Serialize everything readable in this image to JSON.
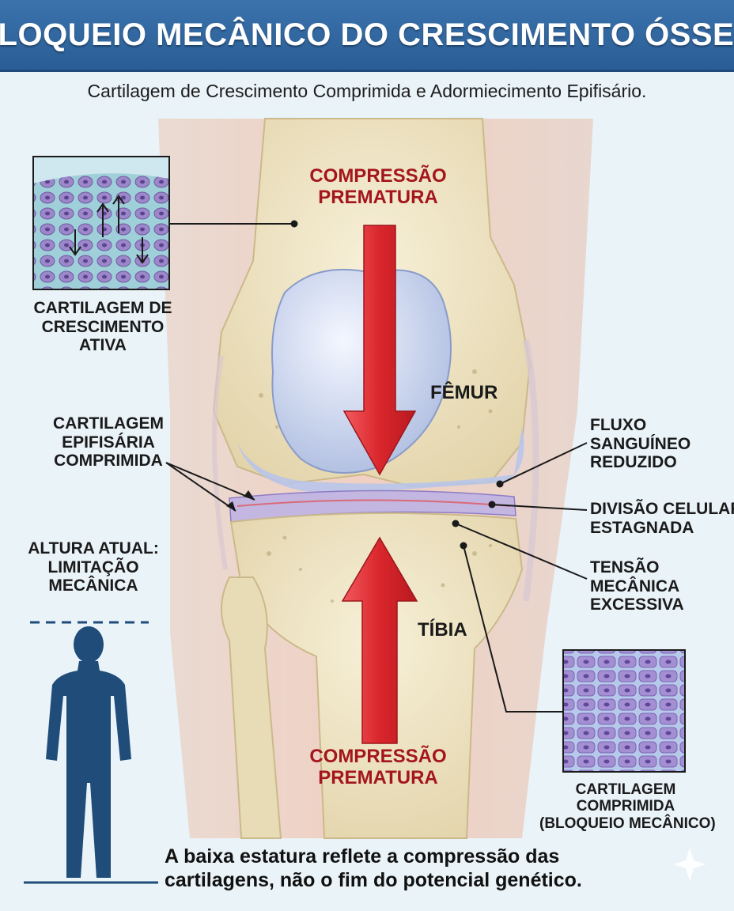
{
  "title": "BLOQUEIO MECÂNICO DO CRESCIMENTO ÓSSEO",
  "subtitle": "Cartilagem de Crescimento Comprimida e Adormiecimento Epifisário.",
  "labels": {
    "compression_top": [
      "COMPRESSÃO",
      "PREMATURA"
    ],
    "compression_bottom": [
      "COMPRESSÃO",
      "PREMATURA"
    ],
    "femur": "FÊMUR",
    "tibia": "TÍBIA",
    "active_cartilage": [
      "CARTILAGEM DE",
      "CRESCIMENTO",
      "ATIVA"
    ],
    "epiphyseal_compressed": [
      "CARTILAGEM",
      "EPIFISÁRIA",
      "COMPRIMIDA"
    ],
    "current_height": [
      "ALTURA ATUAL:",
      "LIMITAÇÃO",
      "MECÂNICA"
    ],
    "blood_flow": [
      "FLUXO",
      "SANGUÍNEO",
      "REDUZIDO"
    ],
    "cell_division": [
      "DIVISÃO CELULAR",
      "ESTAGNADA"
    ],
    "mechanical_tension": [
      "TENSÃO",
      "MECÂNICA",
      "EXCESSIVA"
    ],
    "compressed_cartilage": [
      "CARTILAGEM",
      "COMPRIMIDA",
      "(BLOQUEIO MECÂNICO)"
    ]
  },
  "footer": [
    "A baixa estatura reflete a compressão das",
    "cartilagens, não o fim do potencial genético."
  ],
  "colors": {
    "header_bg": "#2f66a0",
    "arrow_red": "#d9262c",
    "label_red": "#a3161c",
    "silhouette": "#1f4c78",
    "bone": "#efe4c4",
    "cartilage": "#c9d6ef"
  },
  "icons": [
    "human-silhouette-icon",
    "sparkle-icon"
  ]
}
